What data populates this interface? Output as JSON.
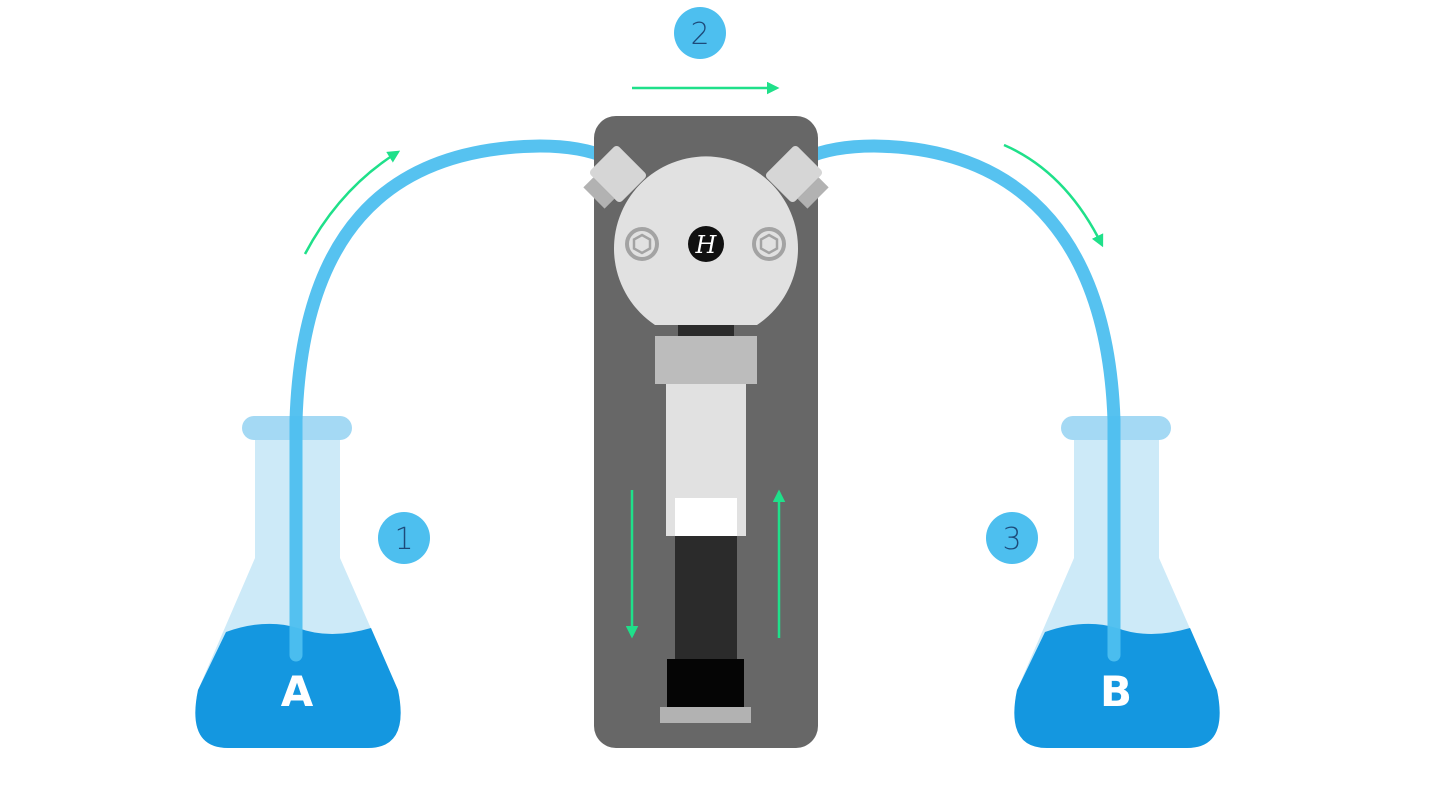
{
  "steps": [
    {
      "number": "1"
    },
    {
      "number": "2"
    },
    {
      "number": "3"
    }
  ],
  "flasks": [
    {
      "label": "A"
    },
    {
      "label": "B"
    }
  ],
  "logo": {
    "glyph": "H"
  },
  "colors": {
    "tube": "#4dbfef",
    "liquid": "#1497e0",
    "glass": "#cdeaf8",
    "glass_rim": "#a4d9f4",
    "arrow": "#1fe08a",
    "badge": "#4dbfef",
    "badge_text": "#1d4a7a",
    "pump_body": "#676767",
    "pump_head": "#e1e1e1",
    "fitting": "#d6d6d6",
    "piston": "#2b2b2b"
  },
  "icons": [
    "flow-arrow-icon",
    "bolt-icon",
    "logo-icon"
  ]
}
